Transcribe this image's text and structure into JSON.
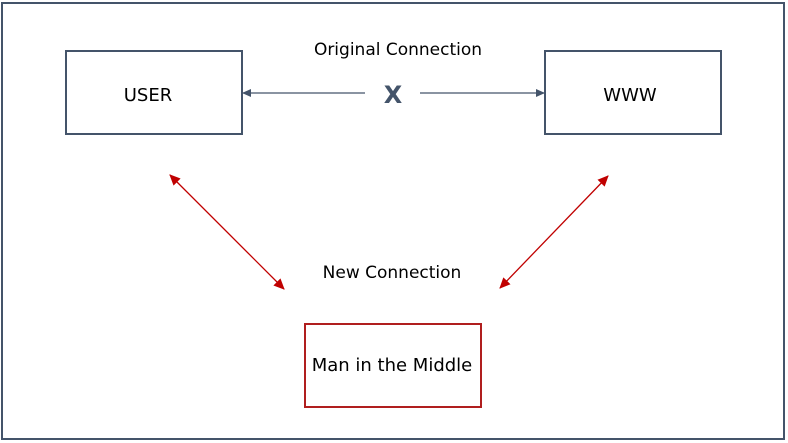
{
  "diagram": {
    "nodes": {
      "user": {
        "label": "USER"
      },
      "www": {
        "label": "WWW"
      },
      "mitm": {
        "label": "Man in the Middle"
      }
    },
    "captions": {
      "original": "Original Connection",
      "new": "New Connection"
    },
    "broken_marker": "X",
    "colors": {
      "frame": "#44546a",
      "node_border": "#44546a",
      "original_link": "#44546a",
      "broken_marker": "#44546a",
      "mitm_border": "#b01e1e",
      "new_link": "#c00000"
    }
  }
}
